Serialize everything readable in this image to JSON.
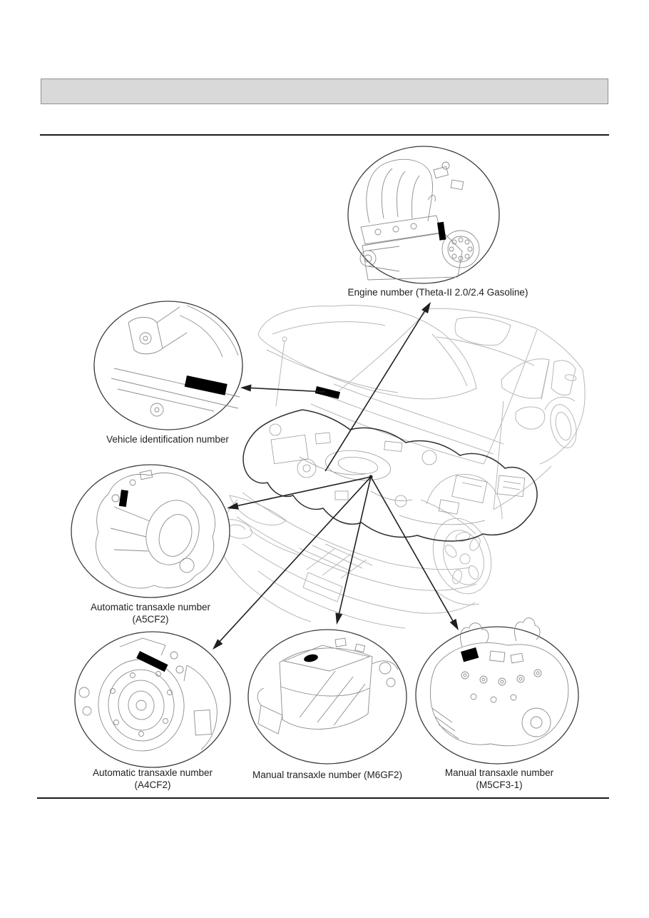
{
  "header": {
    "title": ""
  },
  "figure": {
    "callouts": {
      "engine": {
        "label": "Engine number (Theta-II 2.0/2.4 Gasoline)"
      },
      "vin": {
        "label": "Vehicle identification number"
      },
      "a5cf2": {
        "line1": "Automatic transaxle number",
        "line2": "(A5CF2)"
      },
      "a4cf2": {
        "line1": "Automatic transaxle number",
        "line2": "(A4CF2)"
      },
      "m6gf2": {
        "label": "Manual transaxle number (M6GF2)"
      },
      "m5cf3_1": {
        "line1": "Manual transaxle number",
        "line2": "(M5CF3-1)"
      }
    },
    "colors": {
      "page_bg": "#ffffff",
      "header_bar_fill": "#d9d9d9",
      "header_bar_border": "#8f8f8f",
      "rule": "#1c1c1c",
      "line_art": "#b8b8b8",
      "detail_line": "#9a9a9a",
      "bay_outline": "#2f2f2f",
      "callout_stroke": "#3c3c3c",
      "sketch_line": "#8c8c8c",
      "arrow": "#1f1f1f",
      "marker": "#000000",
      "label_text": "#1f1f1f"
    }
  }
}
